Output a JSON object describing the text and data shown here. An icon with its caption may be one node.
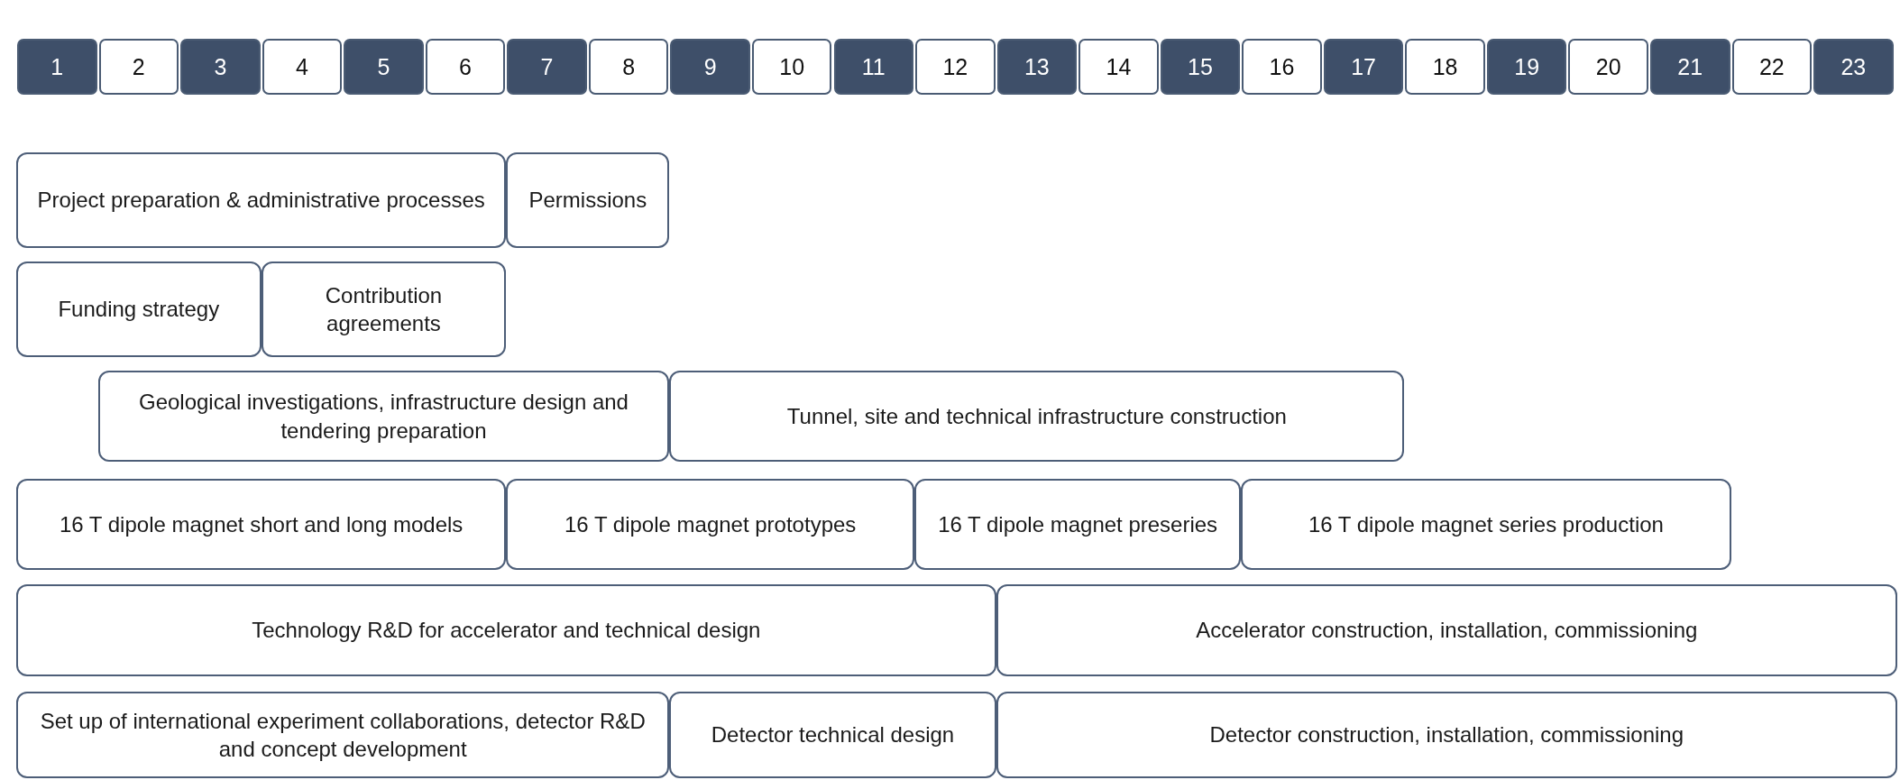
{
  "diagram": {
    "nodes": [
      {
        "text": [
          "1"
        ]
      },
      {
        "text": [
          "2"
        ]
      },
      {
        "text": [
          "3"
        ]
      },
      {
        "text": [
          "4"
        ]
      },
      {
        "text": [
          "5"
        ]
      },
      {
        "text": [
          "6"
        ]
      },
      {
        "text": [
          "7"
        ]
      },
      {
        "text": [
          "8"
        ]
      },
      {
        "text": [
          "9"
        ]
      },
      {
        "text": [
          "10"
        ]
      },
      {
        "text": [
          "11"
        ]
      },
      {
        "text": [
          "12"
        ]
      },
      {
        "text": [
          "13"
        ]
      },
      {
        "text": [
          "14"
        ]
      },
      {
        "text": [
          "15"
        ]
      },
      {
        "text": [
          "16"
        ]
      },
      {
        "text": [
          "17"
        ]
      },
      {
        "text": [
          "18"
        ]
      },
      {
        "text": [
          "19"
        ]
      },
      {
        "text": [
          "20"
        ]
      },
      {
        "text": [
          "21"
        ]
      },
      {
        "text": [
          "22"
        ]
      },
      {
        "text": [
          "23"
        ]
      },
      {
        "text": [
          "Project preparation & administrative processes"
        ]
      },
      {
        "text": [
          "Permissions"
        ]
      },
      {
        "text": [
          "Funding strategy"
        ]
      },
      {
        "text": [
          "Contribution agreements"
        ]
      },
      {
        "text": [
          "Geological investigations, infrastructure design and tendering preparation"
        ]
      },
      {
        "text": [
          "Tunnel, site and technical infrastructure construction"
        ]
      },
      {
        "text": [
          "16 T dipole magnet short and long models"
        ]
      },
      {
        "text": [
          "16 T dipole magnet prototypes"
        ]
      },
      {
        "text": [
          "16 T dipole magnet preseries"
        ]
      },
      {
        "text": [
          "16 T dipole magnet series production"
        ]
      },
      {
        "text": [
          "Technology R&D for accelerator and technical design"
        ]
      },
      {
        "text": [
          "Accelerator construction, installation, commissioning"
        ]
      },
      {
        "text": [
          "Set up of international experiment collaborations, detector R&D and concept development"
        ]
      },
      {
        "text": [
          "Detector technical design"
        ]
      },
      {
        "text": [
          "Detector construction, installation, commissioning"
        ]
      }
    ]
  }
}
